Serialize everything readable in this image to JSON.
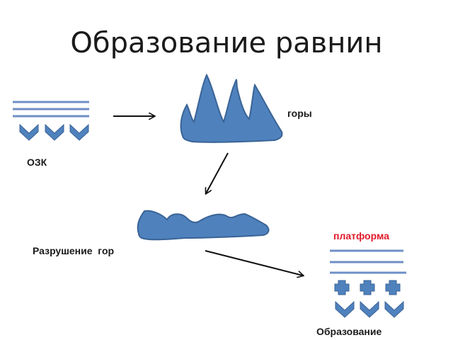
{
  "title": "Образование равнин",
  "labels": {
    "mountains": "горы",
    "ozk": "ОЗК",
    "destruction": "Разрушение  гор",
    "platform": "платформа",
    "formation": "Образование"
  },
  "colors": {
    "shape_fill": "#4f81bd",
    "shape_stroke": "#3a6496",
    "line_color": "#6f8fc6",
    "platform_label": "#e0192a",
    "arrow": "#111111"
  },
  "icons": {
    "chevron": "down-chevron-icon",
    "cross": "plus-icon"
  }
}
